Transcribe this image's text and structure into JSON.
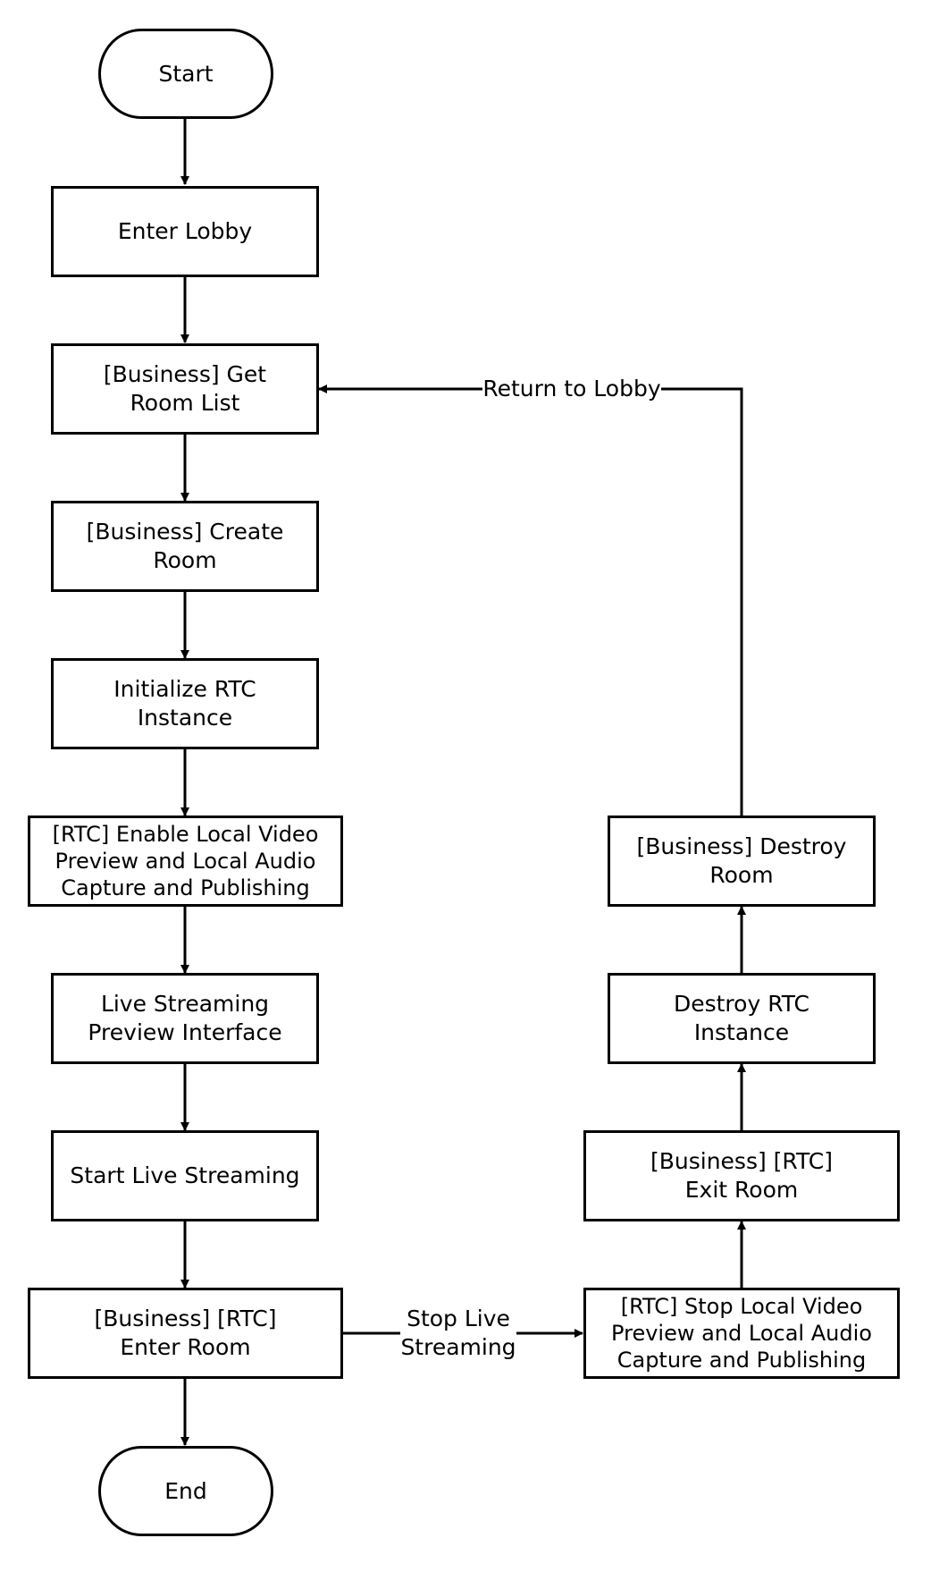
{
  "nodes": {
    "start": "Start",
    "enter_lobby": "Enter Lobby",
    "get_room_list": "[Business] Get\nRoom List",
    "create_room": "[Business] Create\nRoom",
    "init_rtc": "Initialize RTC\nInstance",
    "enable_preview": "[RTC] Enable Local Video\nPreview and Local Audio\nCapture and Publishing",
    "preview_interface": "Live Streaming\nPreview Interface",
    "start_live": "Start Live Streaming",
    "enter_room": "[Business] [RTC]\nEnter Room",
    "end": "End",
    "stop_preview": "[RTC] Stop Local Video\nPreview and Local Audio\nCapture and Publishing",
    "exit_room": "[Business] [RTC]\nExit Room",
    "destroy_rtc": "Destroy RTC\nInstance",
    "destroy_room": "[Business] Destroy\nRoom"
  },
  "edge_labels": {
    "stop_live": "Stop Live\nStreaming",
    "return_lobby": "Return to Lobby"
  }
}
